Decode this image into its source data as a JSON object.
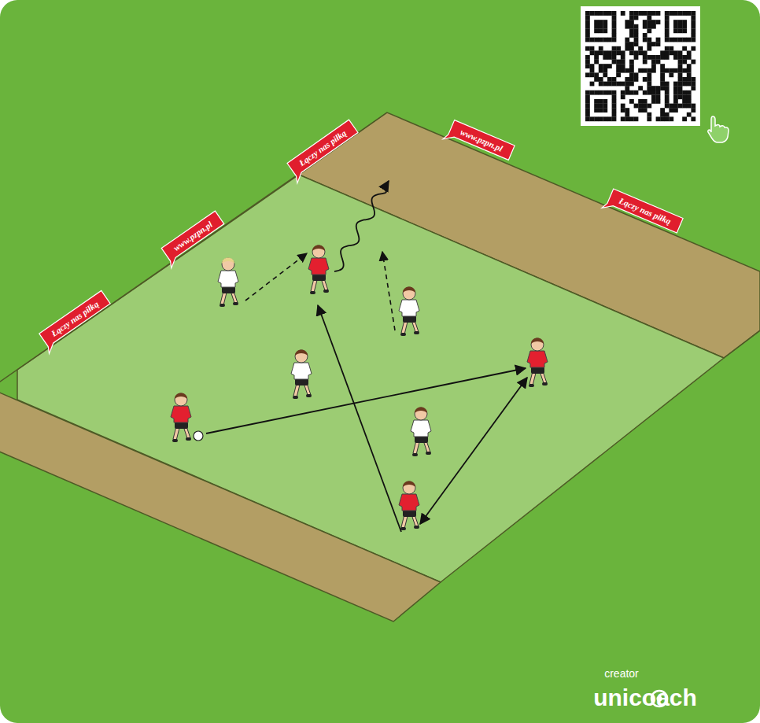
{
  "diagram": {
    "labels": [
      "Łączy nas piłką",
      "www.pzpn.pl",
      "Łączy nas piłką",
      "www.pzpn.pl",
      "Łączy nas piłką",
      "creator",
      "unicoach"
    ]
  }
}
